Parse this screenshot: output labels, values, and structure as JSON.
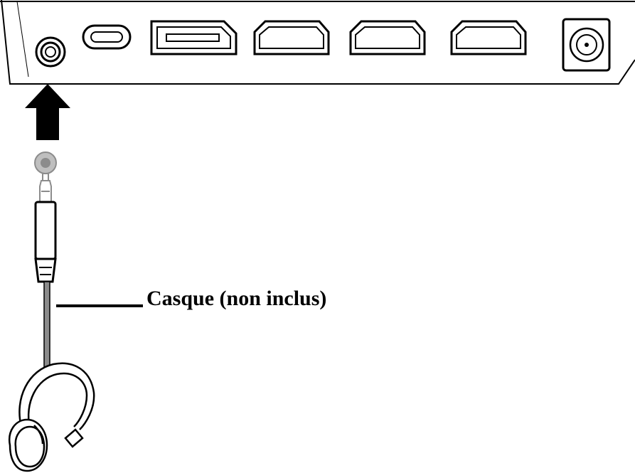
{
  "callout": {
    "label": "Casque (non inclus)"
  },
  "ports": [
    {
      "name": "audio-out-port",
      "icon": "headphone-jack-icon"
    },
    {
      "name": "usb-c-port",
      "icon": "usb-c-icon"
    },
    {
      "name": "displayport-port",
      "icon": "displayport-icon"
    },
    {
      "name": "hdmi-port-1",
      "icon": "hdmi-icon"
    },
    {
      "name": "hdmi-port-2",
      "icon": "hdmi-icon"
    },
    {
      "name": "hdmi-port-3",
      "icon": "hdmi-icon"
    },
    {
      "name": "dc-power-port",
      "icon": "dc-in-icon"
    }
  ],
  "colors": {
    "line": "#000000",
    "plug_gray": "#8c8c8c",
    "plug_light": "#bfbfbf",
    "background": "#ffffff"
  }
}
